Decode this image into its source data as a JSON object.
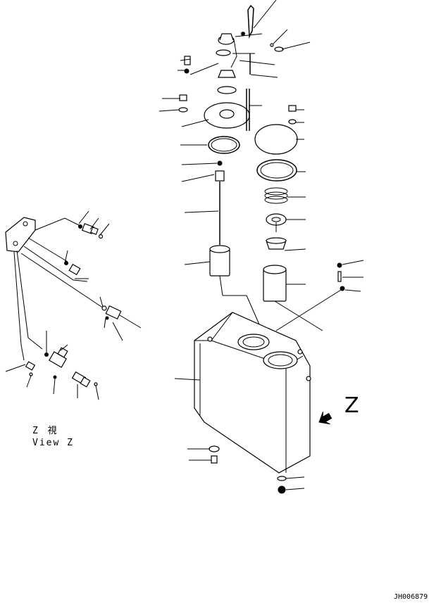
{
  "labels": {
    "view_z_jp": "Z 視",
    "view_z_en": "View Z",
    "arrow_z": "Z",
    "drawing_no": "JH006879"
  }
}
